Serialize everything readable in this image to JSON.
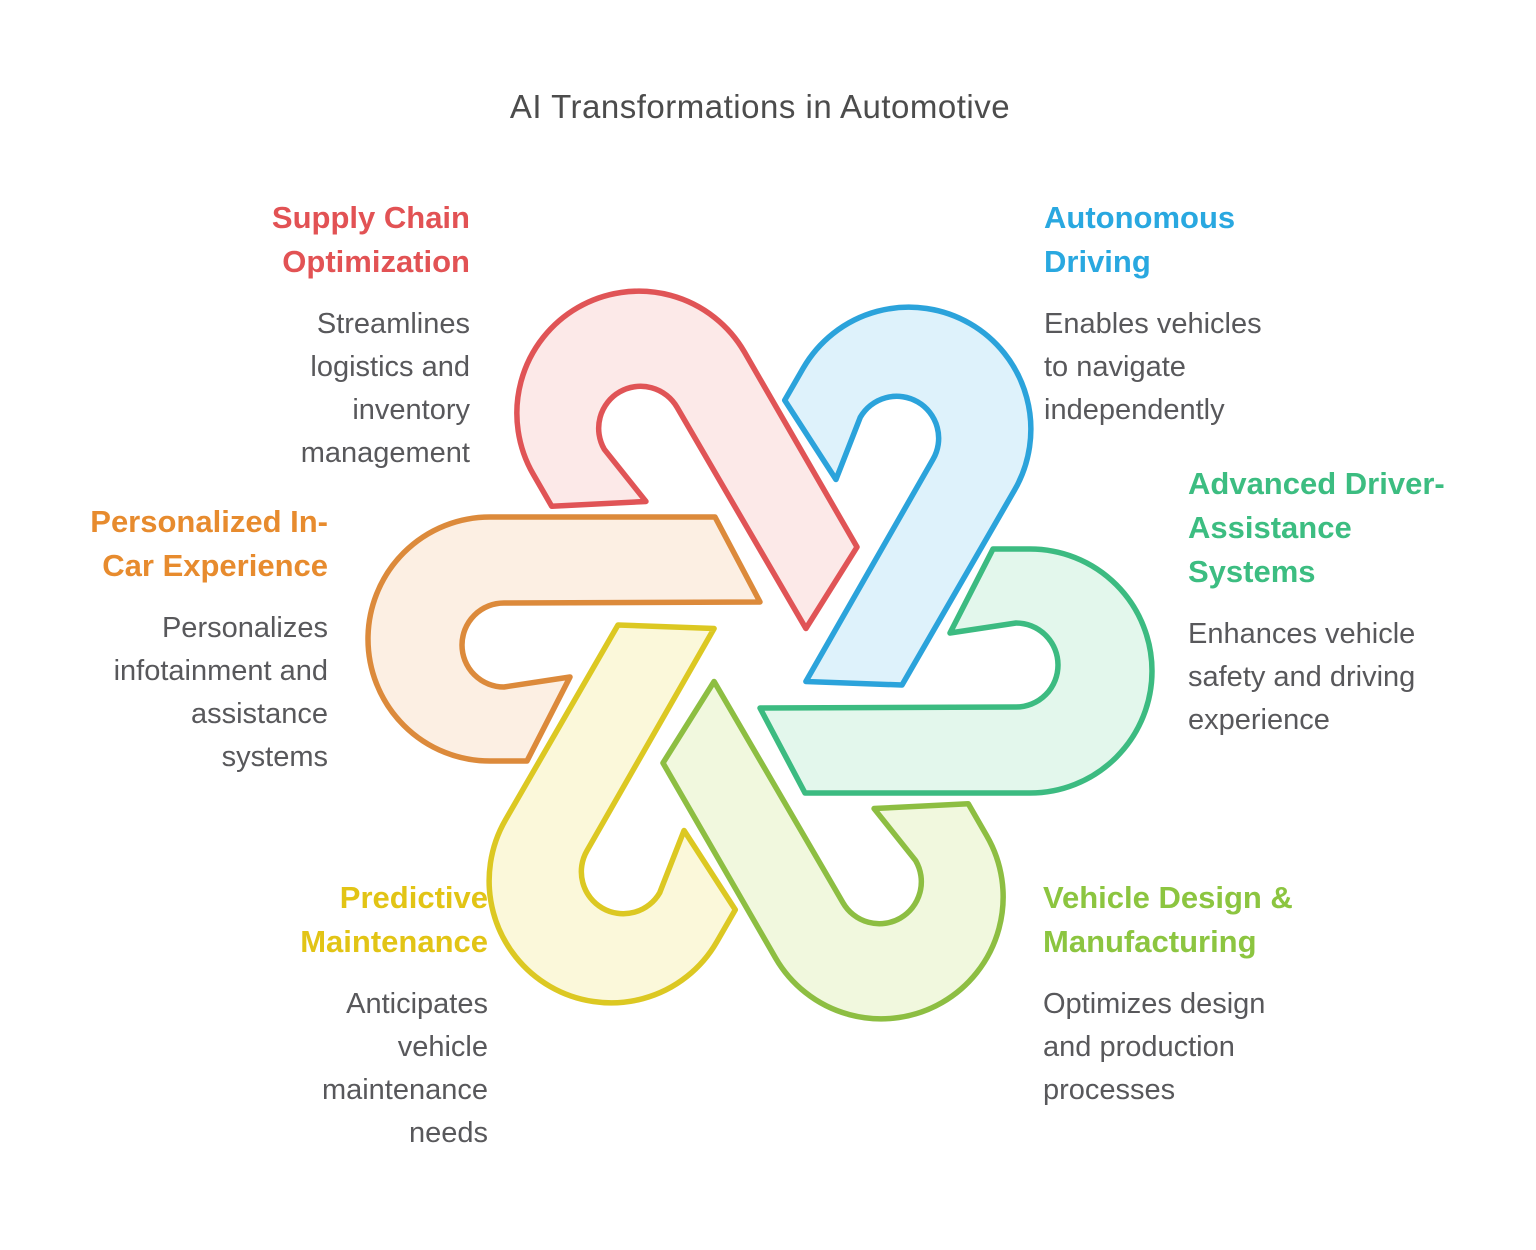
{
  "title": "AI Transformations in Automotive",
  "sections": {
    "supply_chain": {
      "heading": "Supply Chain\nOptimization",
      "description": "Streamlines\nlogistics and\ninventory\nmanagement",
      "color": "#E25254"
    },
    "autonomous": {
      "heading": "Autonomous\nDriving",
      "description": "Enables vehicles\nto navigate\nindependently",
      "color": "#29A8E0"
    },
    "adas": {
      "heading": "Advanced Driver-\nAssistance\nSystems",
      "description": "Enhances vehicle\nsafety and driving\nexperience",
      "color": "#3CBD81"
    },
    "vehicle_design": {
      "heading": "Vehicle Design &\nManufacturing",
      "description": "Optimizes design\nand production\nprocesses",
      "color": "#8CC540"
    },
    "predictive": {
      "heading": "Predictive\nMaintenance",
      "description": "Anticipates\nvehicle\nmaintenance\nneeds",
      "color": "#E2C415"
    },
    "personalized": {
      "heading": "Personalized In-\nCar Experience",
      "description": "Personalizes\ninfotainment and\nassistance\nsystems",
      "color": "#E78B2E"
    }
  },
  "text_colors": {
    "title": "#4C4C4C",
    "description": "#58585B"
  },
  "knot": {
    "loops": [
      {
        "name": "personalized-loop",
        "stroke": "#DC8A3B",
        "fill": "#FCEFE3"
      },
      {
        "name": "supply-chain-loop",
        "stroke": "#E05456",
        "fill": "#FCE9E8"
      },
      {
        "name": "autonomous-loop",
        "stroke": "#2BA3DB",
        "fill": "#DEF2FB"
      },
      {
        "name": "adas-loop",
        "stroke": "#3CBB81",
        "fill": "#E3F7EC"
      },
      {
        "name": "vehicle-design-loop",
        "stroke": "#8DBE42",
        "fill": "#F1F8DE"
      },
      {
        "name": "predictive-loop",
        "stroke": "#DCC822",
        "fill": "#FBF8DA"
      }
    ]
  }
}
